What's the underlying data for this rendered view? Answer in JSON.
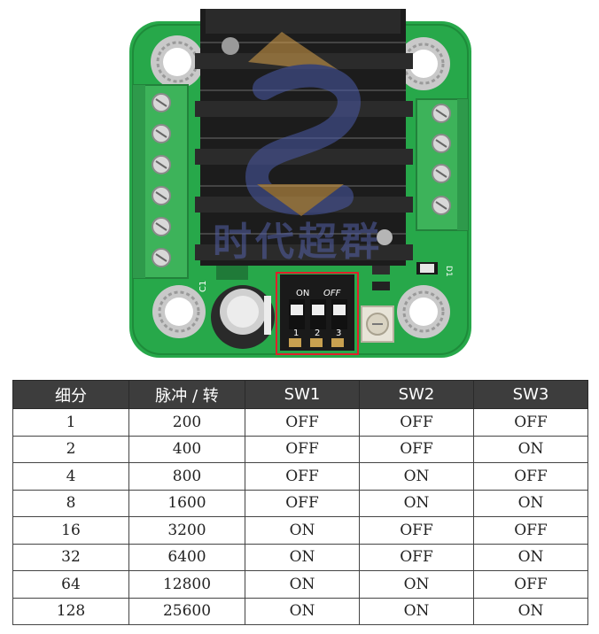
{
  "image": {
    "watermark_text": "时代超群",
    "dip": {
      "on_label": "ON",
      "off_label": "OFF",
      "positions": [
        "1",
        "2",
        "3"
      ]
    },
    "board_labels": {
      "c1": "C1",
      "d1": "D1"
    }
  },
  "table": {
    "headers": [
      "细分",
      "脉冲 / 转",
      "SW1",
      "SW2",
      "SW3"
    ],
    "rows": [
      [
        "1",
        "200",
        "OFF",
        "OFF",
        "OFF"
      ],
      [
        "2",
        "400",
        "OFF",
        "OFF",
        "ON"
      ],
      [
        "4",
        "800",
        "OFF",
        "ON",
        "OFF"
      ],
      [
        "8",
        "1600",
        "OFF",
        "ON",
        "ON"
      ],
      [
        "16",
        "3200",
        "ON",
        "OFF",
        "OFF"
      ],
      [
        "32",
        "6400",
        "ON",
        "OFF",
        "ON"
      ],
      [
        "64",
        "12800",
        "ON",
        "ON",
        "OFF"
      ],
      [
        "128",
        "25600",
        "ON",
        "ON",
        "ON"
      ]
    ]
  }
}
